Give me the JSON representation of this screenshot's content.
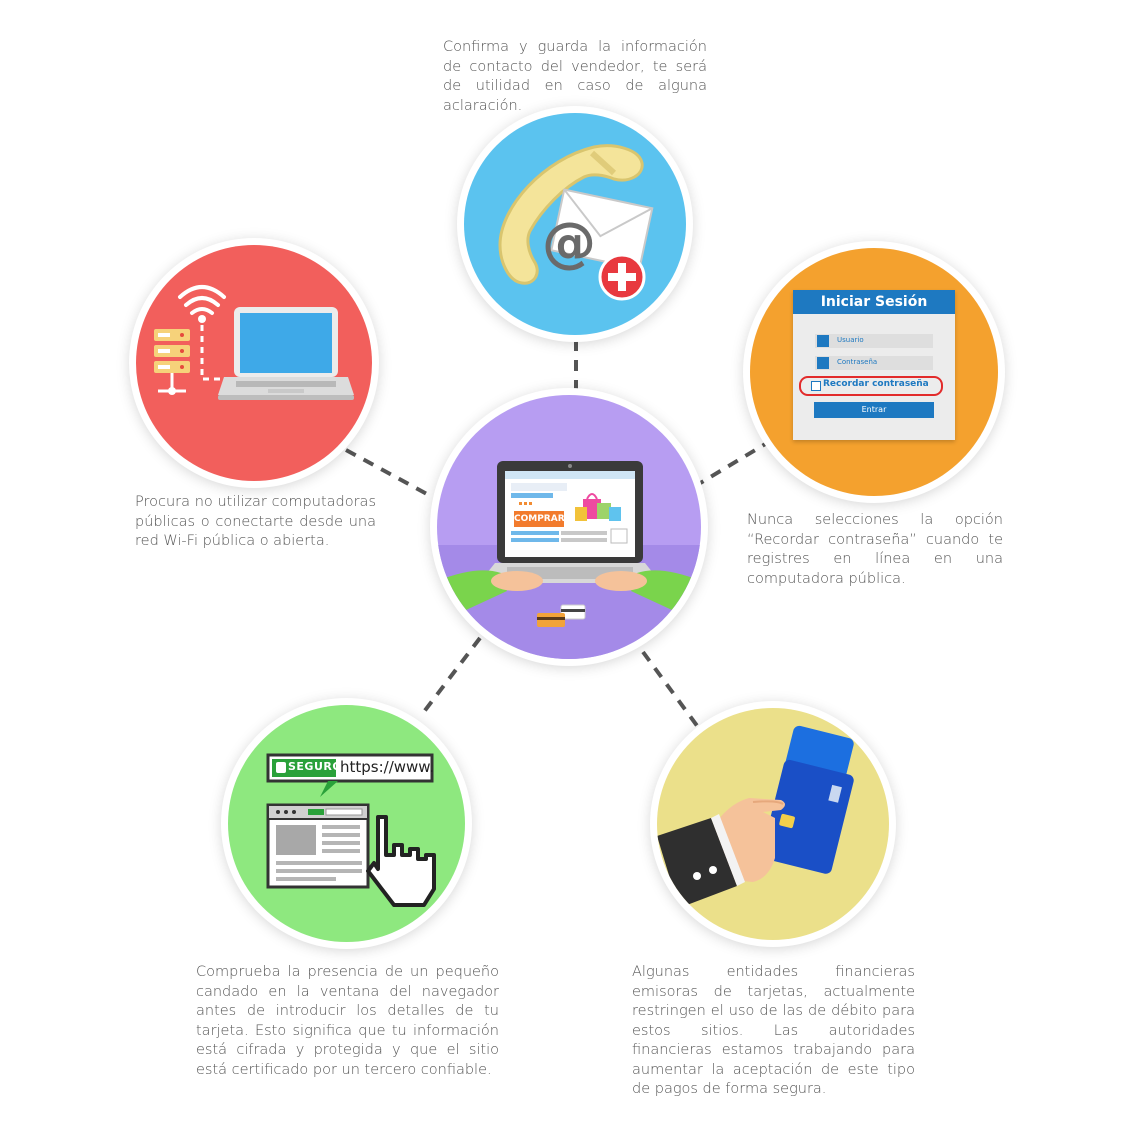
{
  "captions": {
    "top": "Confirma y guarda la información de contacto del vendedor, te será de utilidad en caso de alguna aclaración.",
    "left": "Procura no utilizar computadoras públicas o conectarte desde una red Wi-Fi pública o abierta.",
    "right": "Nunca selecciones la opción “Recordar contraseña” cuando te registres en línea en una computadora pública.",
    "bottom_left": "Comprueba la presencia de un pequeño candado en la ventana del navegador antes de introducir los detalles de tu tarjeta. Esto significa que tu información está cifrada y protegida y que el sitio está certificado por un tercero confiable.",
    "bottom_right": "Algunas entidades financieras emisoras de tarjetas, actualmente restringen el uso de las de débito para estos sitios.  Las autoridades financieras estamos trabajando para aumentar la aceptación de este tipo de pagos de forma segura."
  },
  "login": {
    "title": "Iniciar Sesión",
    "user_placeholder": "Usuario",
    "password_placeholder": "Contraseña",
    "remember_label": "Recordar contraseña",
    "submit_label": "Entrar"
  },
  "browser": {
    "secure_label": "SEGURO",
    "url": "https://www."
  },
  "shop": {
    "buy_label": "COMPRAR"
  },
  "colors": {
    "phone_circle": "#5bc3ef",
    "wifi_circle": "#f25f5c",
    "login_circle": "#f4a12e",
    "center_circle": "#b79df2",
    "secure_circle": "#8ee87f",
    "card_circle": "#ebe08a",
    "connector": "#555555"
  },
  "icons": {
    "top": "phone-email-add-icon",
    "left": "server-wifi-laptop-icon",
    "right": "login-form-icon",
    "center": "laptop-shopping-icon",
    "bottom_left": "secure-browser-hand-icon",
    "bottom_right": "hand-cards-icon"
  }
}
